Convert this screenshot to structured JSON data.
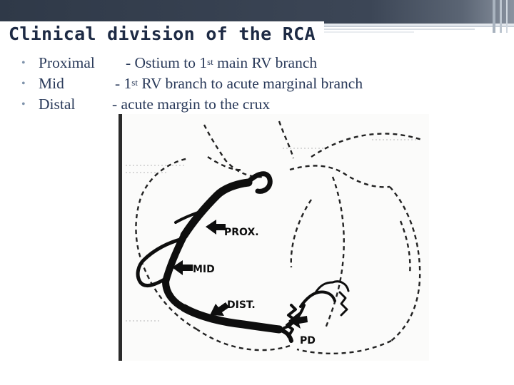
{
  "slide": {
    "title": "Clinical division of the RCA",
    "bullets": [
      {
        "label": "Proximal",
        "desc_pre": "- Ostium to 1",
        "sup": "st",
        "desc_post": " main RV branch"
      },
      {
        "label": "Mid",
        "desc_pre": "- 1",
        "sup": "st",
        "desc_post": " RV branch to acute marginal branch"
      },
      {
        "label": "Distal",
        "desc_pre": "-  acute margin to the crux",
        "sup": "",
        "desc_post": ""
      }
    ]
  },
  "figure": {
    "labels": {
      "prox": "PROX.",
      "mid": "MID",
      "dist": "DIST.",
      "pd": "PD"
    }
  },
  "colors": {
    "title": "#1d2a44",
    "body_text": "#2a3a5a",
    "bullet": "#7f93ab",
    "topbar_dark": "#2b3444",
    "topbar_light": "#dde3ea"
  }
}
